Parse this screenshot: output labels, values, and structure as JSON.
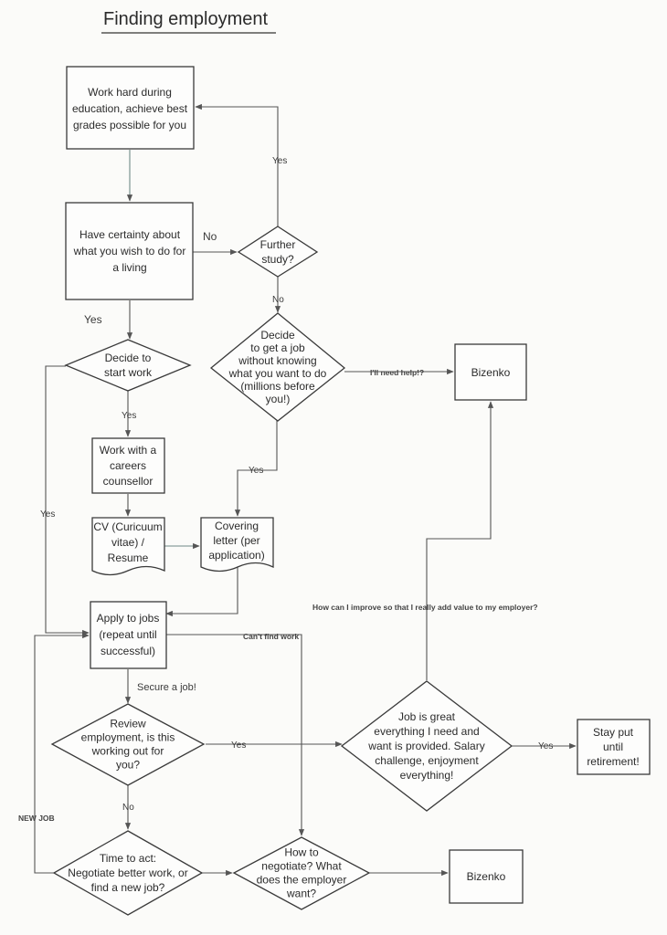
{
  "title": "Finding employment",
  "nodes": {
    "work_hard": [
      "Work hard during",
      "education, achieve best",
      "grades possible for you"
    ],
    "certainty": [
      "Have certainty about",
      "what you wish to do for",
      "a living"
    ],
    "further_study": [
      "Further",
      "study?"
    ],
    "decide_start": [
      "Decide to",
      "start work"
    ],
    "decide_job": [
      "Decide",
      "to get a job",
      "without knowing",
      "what you want to do",
      "(millions before",
      "you!)"
    ],
    "bizenko_top": [
      "Bizenko"
    ],
    "careers": [
      "Work with a",
      "careers",
      "counsellor"
    ],
    "cv": [
      "CV (Curicuum",
      "vitae) /",
      "Resume"
    ],
    "covering": [
      "Covering",
      "letter (per",
      "application)"
    ],
    "apply": [
      "Apply to jobs",
      "(repeat until",
      "successful)"
    ],
    "review": [
      "Review",
      "employment, is this",
      "working out for",
      "you?"
    ],
    "job_great": [
      "Job is great",
      "everything I need and",
      "want is provided. Salary",
      "challenge, enjoyment",
      "everything!"
    ],
    "stay": [
      "Stay put",
      "until",
      "retirement!"
    ],
    "time_to_act": [
      "Time to act:",
      "Negotiate better work, or",
      "find a new job?"
    ],
    "negotiate": [
      "How to",
      "negotiate? What",
      "does the employer",
      "want?"
    ],
    "bizenko_bottom": [
      "Bizenko"
    ]
  },
  "edge_labels": {
    "yes_further": "Yes",
    "no_certainty": "No",
    "no_further": "No",
    "yes_certainty": "Yes",
    "yes_decide_start": "Yes",
    "need_help": "I'll need help!?",
    "yes_decide_job": "Yes",
    "yes_left": "Yes",
    "improve": "How can I improve so that I really add value to my employer?",
    "cant_find": "Can't find work",
    "secure": "Secure a job!",
    "yes_review": "Yes",
    "yes_great": "Yes",
    "no_review": "No",
    "new_job": "NEW JOB"
  }
}
